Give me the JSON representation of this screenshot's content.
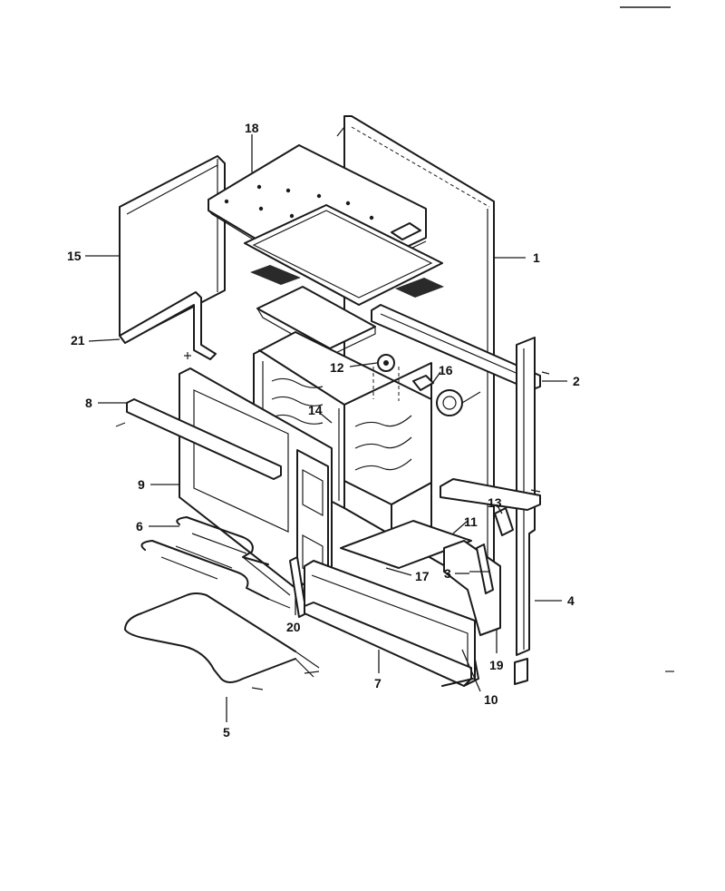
{
  "part_labels": [
    "1",
    "2",
    "3",
    "4",
    "5",
    "6",
    "7",
    "8",
    "9",
    "10",
    "11",
    "12",
    "13",
    "14",
    "15",
    "16",
    "17",
    "18",
    "19",
    "20",
    "21"
  ],
  "colors": {
    "ink": "#1a1a1a",
    "paper": "#ffffff"
  }
}
